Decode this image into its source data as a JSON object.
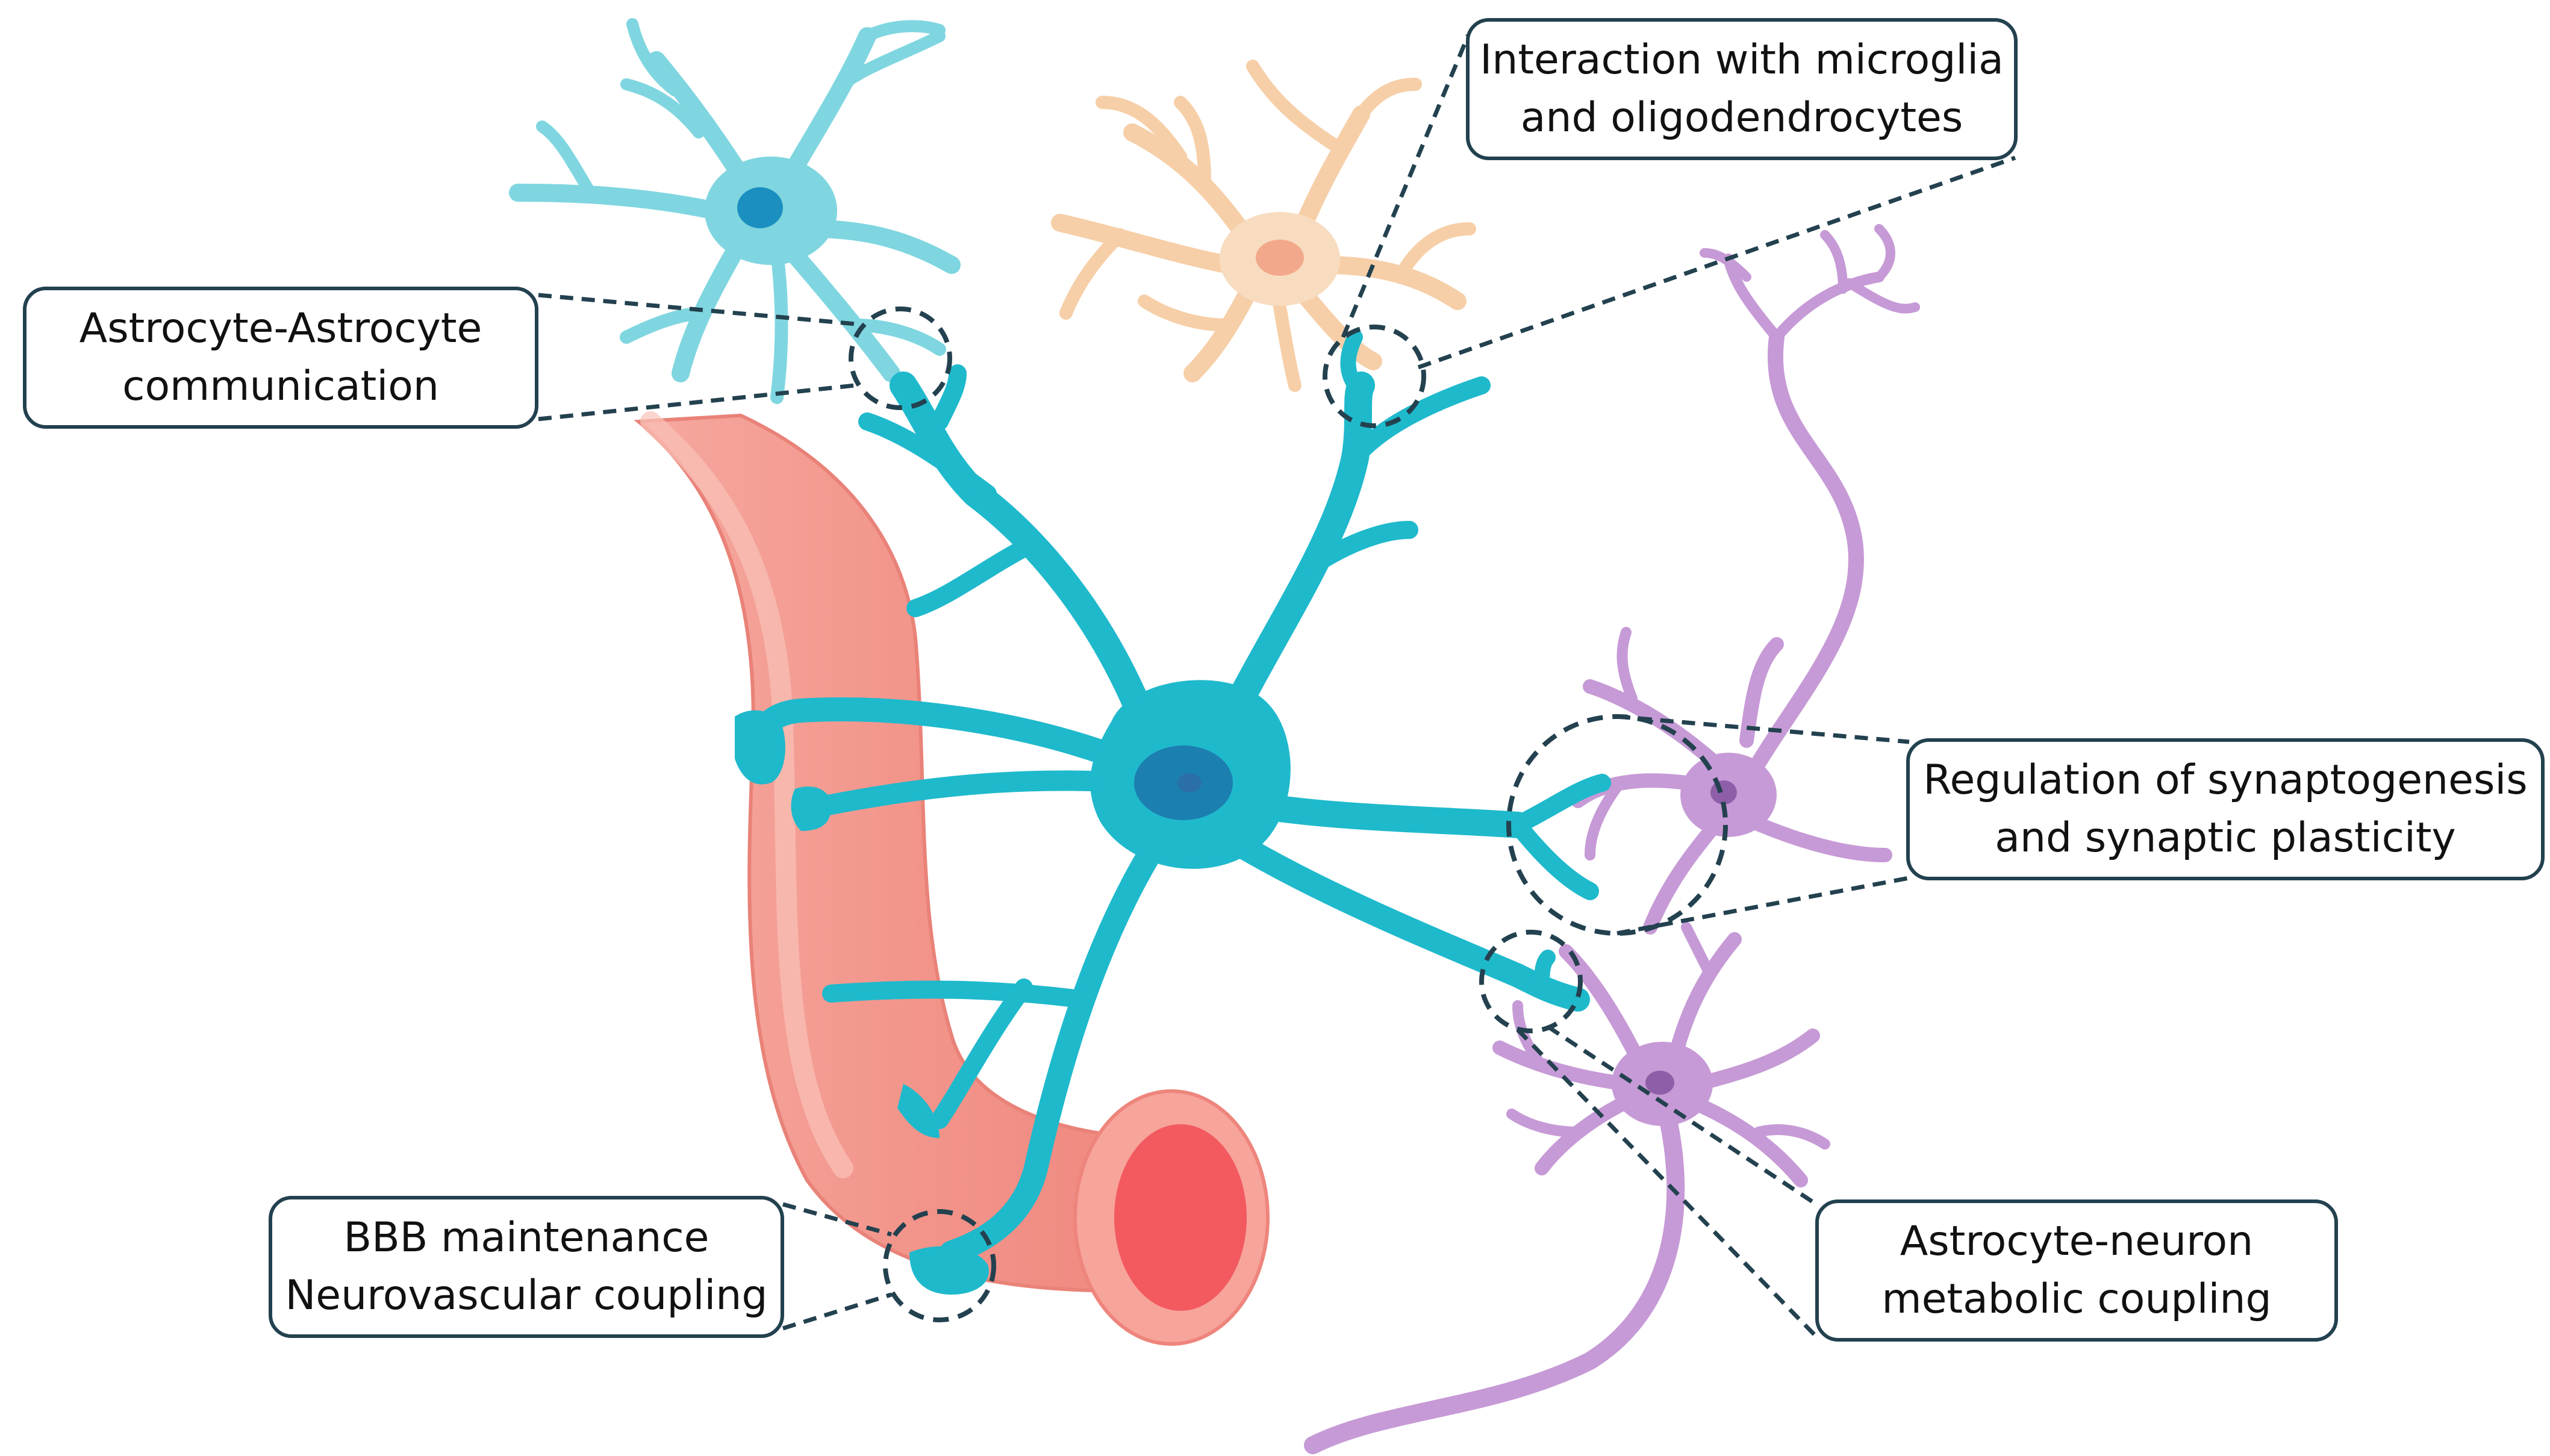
{
  "labels": {
    "astrocyte_astrocyte": [
      "Astrocyte-Astrocyte",
      "communication"
    ],
    "microglia": [
      "Interaction with microglia",
      "and oligodendrocytes"
    ],
    "synaptogenesis": [
      "Regulation of synaptogenesis",
      "and synaptic plasticity"
    ],
    "metabolic": [
      "Astrocyte-neuron",
      "metabolic coupling"
    ],
    "bbb": [
      "BBB maintenance",
      "Neurovascular coupling"
    ]
  },
  "colors": {
    "astrocyte": "#1fb9cc",
    "astrocyte_light": "#7fd6e0",
    "astrocyte_nucleus": "#1b7fb0",
    "microglia": "#f6cfa8",
    "microglia_nucleus": "#f2a98b",
    "neuron": "#c69ad6",
    "neuron_nucleus": "#8e5fa8",
    "vessel": "#f2958c",
    "vessel_highlight": "#f8b8ae",
    "vessel_lumen": "#f25a5f",
    "callout_line": "#23414f"
  }
}
